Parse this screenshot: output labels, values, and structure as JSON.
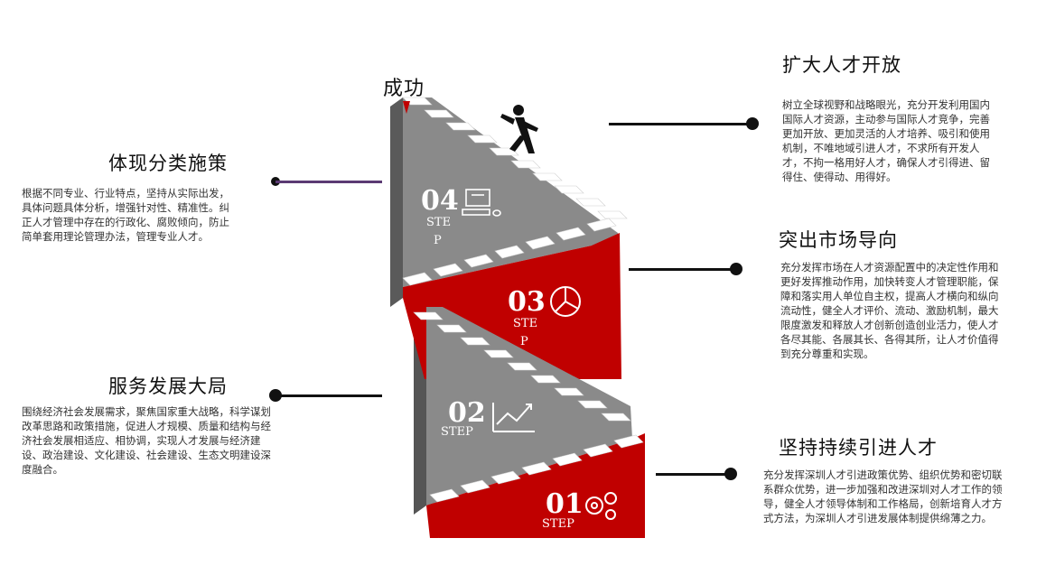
{
  "top_label": "成功",
  "steps": [
    {
      "num": "01",
      "label1": "STEP",
      "label2": ""
    },
    {
      "num": "02",
      "label1": "STEP",
      "label2": ""
    },
    {
      "num": "03",
      "label1": "STE",
      "label2": "P"
    },
    {
      "num": "04",
      "label1": "STE",
      "label2": "P"
    }
  ],
  "items": {
    "left_top": {
      "title": "体现分类施策",
      "body": "根据不同专业、行业特点，坚持从实际出发，具体问题具体分析，增强针对性、精准性。纠正人才管理中存在的行政化、腐败倾向，防止简单套用理论管理办法，管理专业人才。"
    },
    "left_bottom": {
      "title": "服务发展大局",
      "body": "围绕经济社会发展需求，聚焦国家重大战略，科学谋划改革思路和政策措施，促进人才规模、质量和结构与经济社会发展相适应、相协调，实现人才发展与经济建设、政治建设、文化建设、社会建设、生态文明建设深度融合。"
    },
    "right_1": {
      "title": "扩大人才开放",
      "body": "树立全球视野和战略眼光，充分开发利用国内国际人才资源，主动参与国际人才竞争，完善更加开放、更加灵活的人才培养、吸引和使用机制，不唯地域引进人才，不求所有开发人才，不拘一格用好人才，确保人才引得进、留得住、使得动、用得好。"
    },
    "right_2": {
      "title": "突出市场导向",
      "body": "充分发挥市场在人才资源配置中的决定性作用和更好发挥推动作用，加快转变人才管理职能，保障和落实用人单位自主权，提高人才横向和纵向流动性，健全人才评价、流动、激励机制，最大限度激发和释放人才创新创造创业活力，使人才各尽其能、各展其长、各得其所，让人才价值得到充分尊重和实现。"
    },
    "right_3": {
      "title": "坚持持续引进人才",
      "body": "充分发挥深圳人才引进政策优势、组织优势和密切联系群众优势，进一步加强和改进深圳对人才工作的领导，健全人才领导体制和工作格局，创新培育人才方式方法，为深圳人才引进发展体制提供绵薄之力。"
    }
  }
}
